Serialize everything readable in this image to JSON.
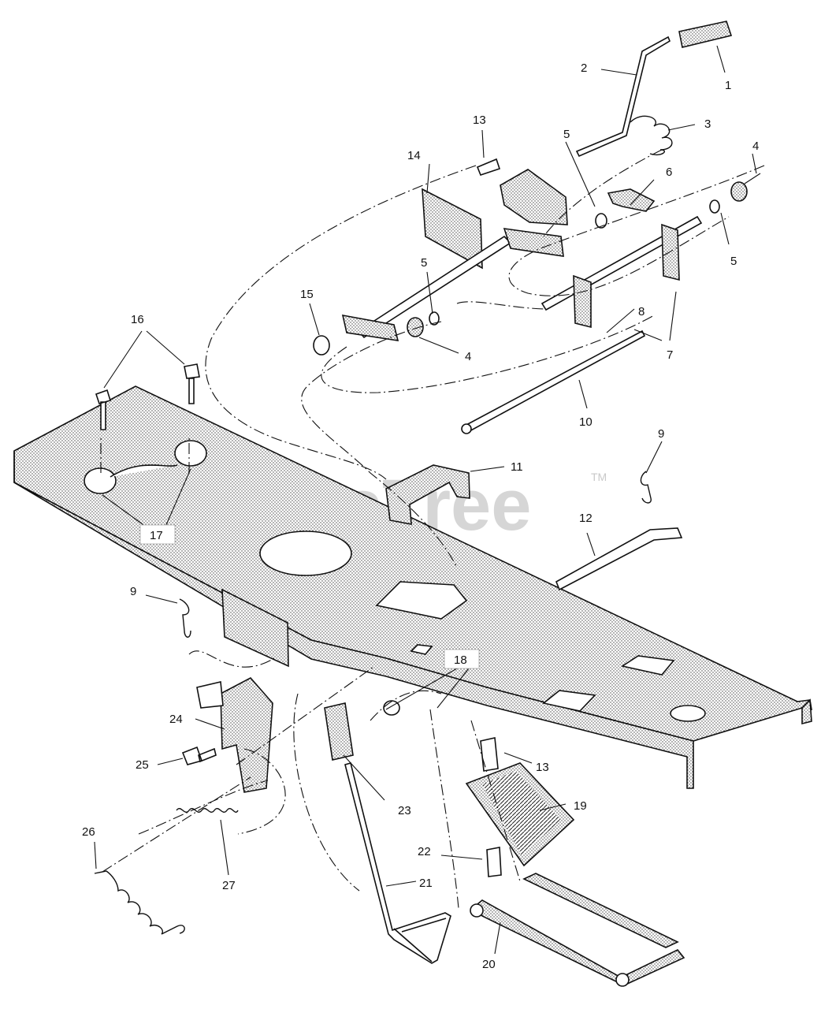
{
  "watermark": {
    "text": "PartsTree",
    "trademark": "TM"
  },
  "callouts": [
    {
      "id": "1",
      "label": "1"
    },
    {
      "id": "2",
      "label": "2"
    },
    {
      "id": "3",
      "label": "3"
    },
    {
      "id": "4a",
      "label": "4"
    },
    {
      "id": "4b",
      "label": "4"
    },
    {
      "id": "5a",
      "label": "5"
    },
    {
      "id": "5b",
      "label": "5"
    },
    {
      "id": "5c",
      "label": "5"
    },
    {
      "id": "6",
      "label": "6"
    },
    {
      "id": "7",
      "label": "7"
    },
    {
      "id": "8",
      "label": "8"
    },
    {
      "id": "9a",
      "label": "9"
    },
    {
      "id": "9b",
      "label": "9"
    },
    {
      "id": "10",
      "label": "10"
    },
    {
      "id": "11",
      "label": "11"
    },
    {
      "id": "12",
      "label": "12"
    },
    {
      "id": "13a",
      "label": "13"
    },
    {
      "id": "13b",
      "label": "13"
    },
    {
      "id": "14",
      "label": "14"
    },
    {
      "id": "15",
      "label": "15"
    },
    {
      "id": "16",
      "label": "16"
    },
    {
      "id": "17",
      "label": "17"
    },
    {
      "id": "18",
      "label": "18"
    },
    {
      "id": "19",
      "label": "19"
    },
    {
      "id": "20",
      "label": "20"
    },
    {
      "id": "21",
      "label": "21"
    },
    {
      "id": "22",
      "label": "22"
    },
    {
      "id": "23",
      "label": "23"
    },
    {
      "id": "24",
      "label": "24"
    },
    {
      "id": "25",
      "label": "25"
    },
    {
      "id": "26",
      "label": "26"
    },
    {
      "id": "27",
      "label": "27"
    }
  ]
}
